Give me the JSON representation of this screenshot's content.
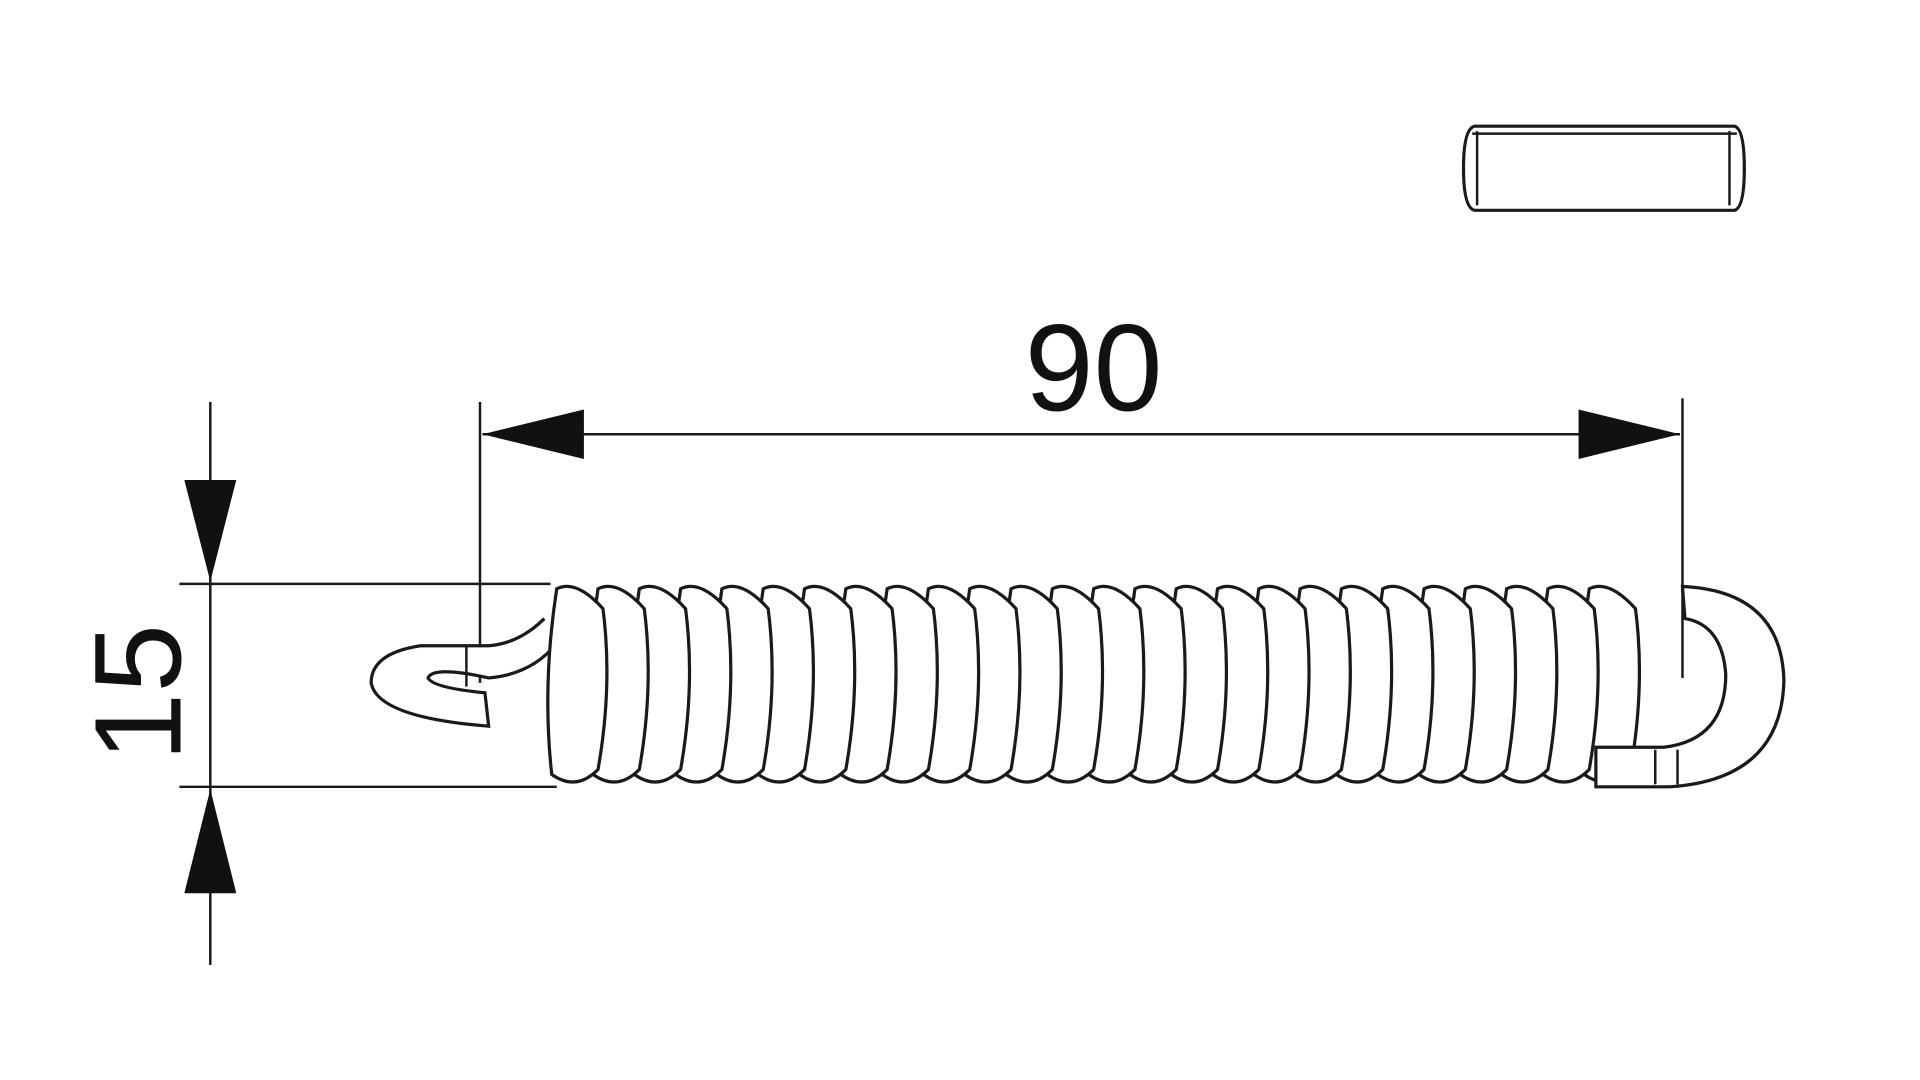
{
  "drawing": {
    "length_dimension": "90",
    "diameter_dimension": "15",
    "coil_count": 26,
    "line_color": "#1a1a1a"
  }
}
